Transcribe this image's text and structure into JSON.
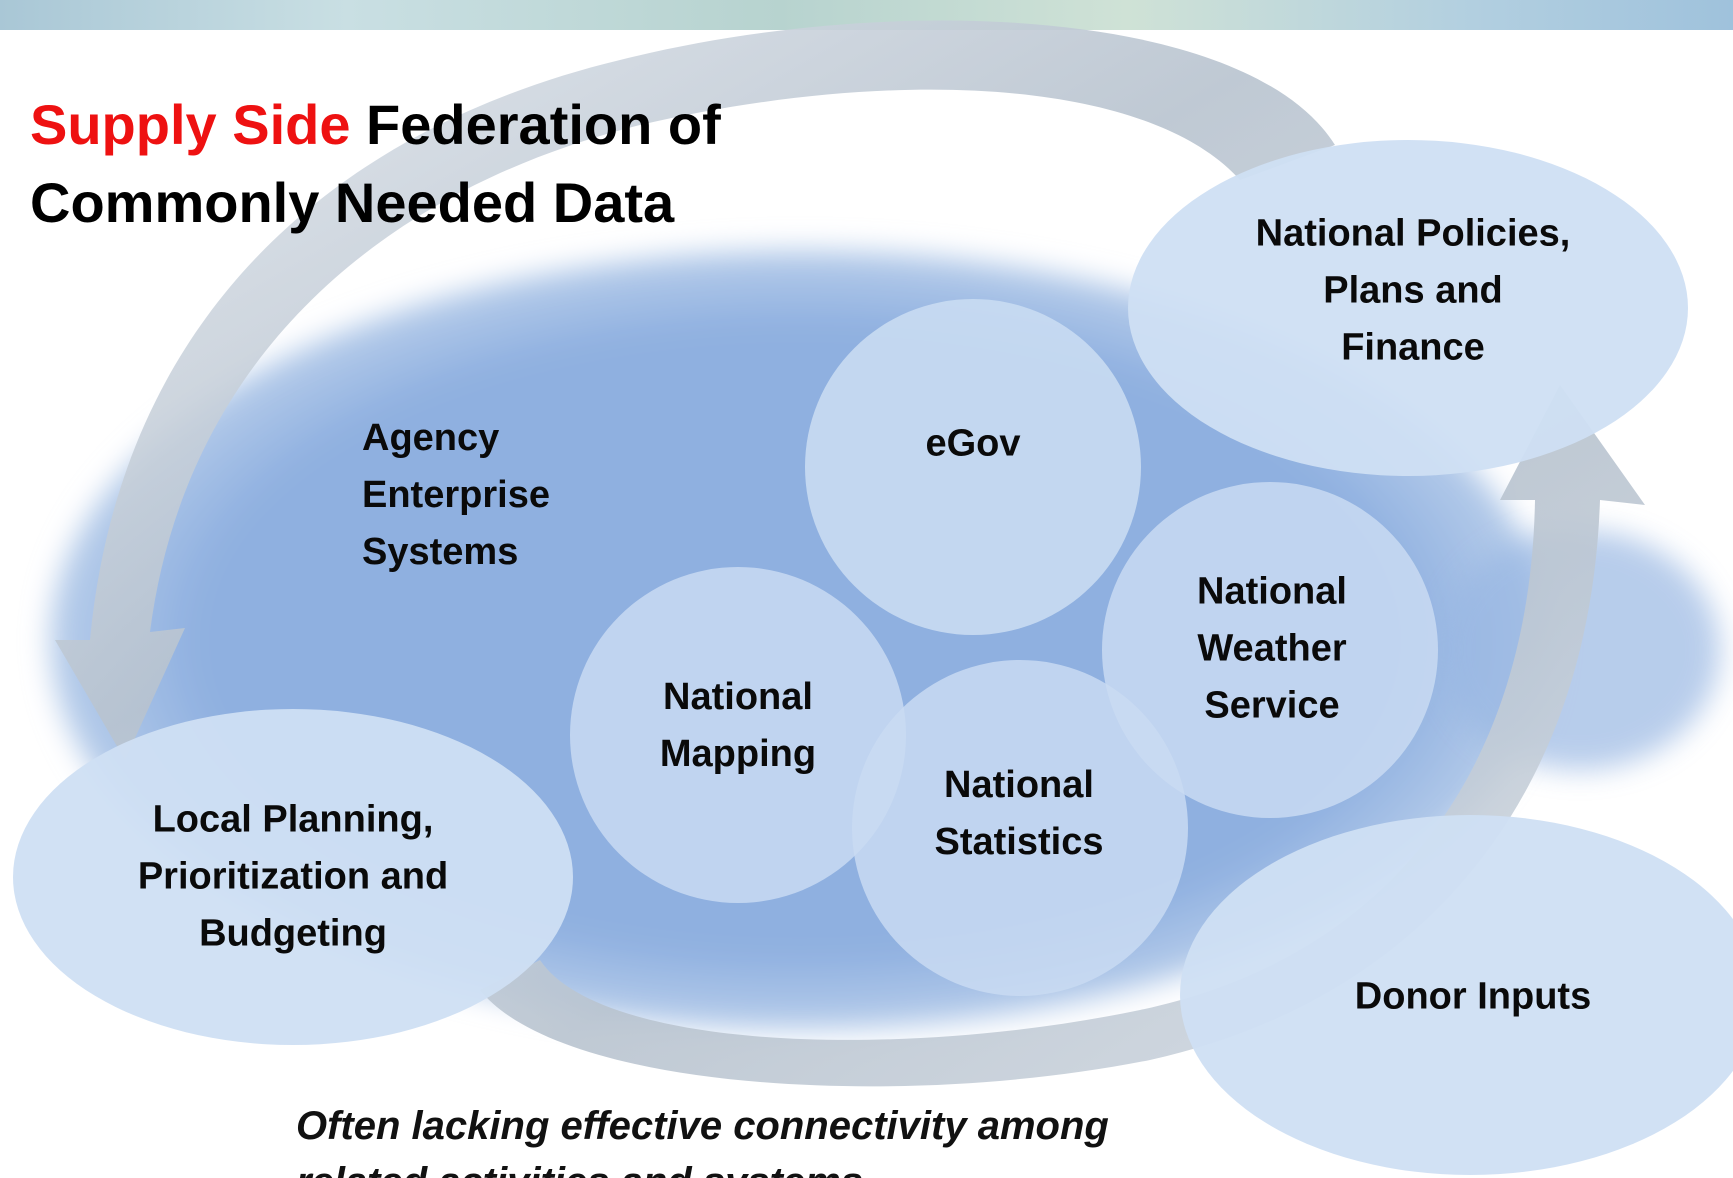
{
  "title": {
    "accent": "Supply Side",
    "line1_rest": " Federation of",
    "line2": "Commonly Needed Data"
  },
  "nodes": {
    "agency": "Agency\nEnterprise\nSystems",
    "egov": "eGov",
    "national_policies": "National Policies,\nPlans and Finance",
    "national_weather": "National\nWeather\nService",
    "national_mapping": "National\nMapping",
    "national_statistics": "National\nStatistics",
    "local_planning": "Local Planning,\nPrioritization and\nBudgeting",
    "donor_inputs": "Donor Inputs"
  },
  "footer": "Often lacking effective connectivity among\nrelated activities and systems",
  "colors": {
    "title_accent": "#ee1111",
    "central_blob": "#8fb0e0",
    "bubble_fill": "#c9dbf2",
    "outer_ellipse_fill": "#cfdff3",
    "arrow_fill": "#c3ccd6"
  }
}
